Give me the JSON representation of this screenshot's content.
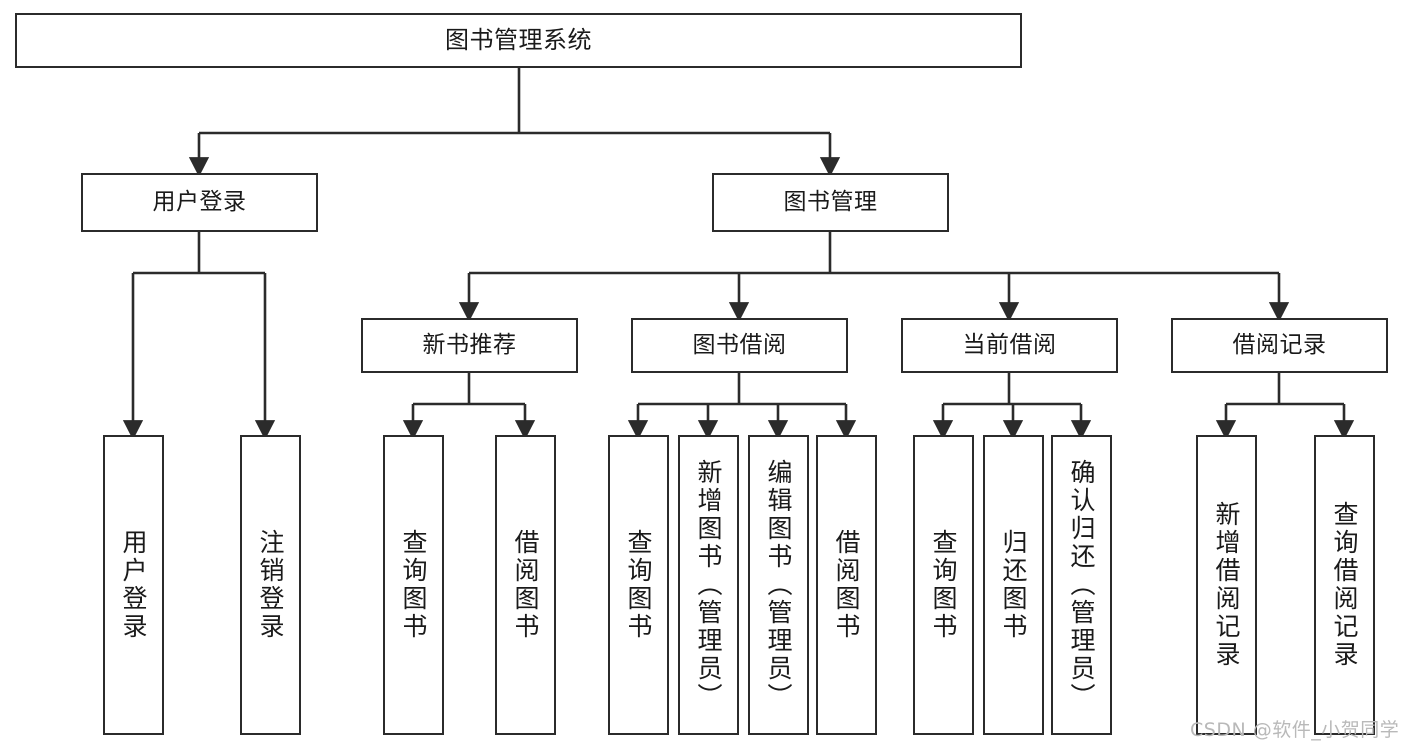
{
  "diagram": {
    "title": "图书管理系统",
    "watermark": "CSDN @软件_小贺同学",
    "edge_color": "#2b2b2b",
    "box_border_color": "#2b2b2b",
    "box_fill_color": "#ffffff",
    "text_color": "#1a1a1a",
    "nodes": {
      "root": "图书管理系统",
      "user_login": "用户登录",
      "book_manage": "图书管理",
      "new_book_rec": "新书推荐",
      "book_borrow": "图书借阅",
      "current_borrow": "当前借阅",
      "borrow_record": "借阅记录",
      "leaf_user_login": "用户登录",
      "leaf_logout_login": "注销登录",
      "leaf_query_book_1": "查询图书",
      "leaf_borrow_book_1": "借阅图书",
      "leaf_query_book_2": "查询图书",
      "leaf_add_book_admin": "新增图书（管理员）",
      "leaf_edit_book_admin": "编辑图书（管理员）",
      "leaf_borrow_book_2": "借阅图书",
      "leaf_query_book_3": "查询图书",
      "leaf_return_book": "归还图书",
      "leaf_confirm_return_admin": "确认归还（管理员）",
      "leaf_add_borrow_record": "新增借阅记录",
      "leaf_query_borrow_record": "查询借阅记录"
    }
  }
}
